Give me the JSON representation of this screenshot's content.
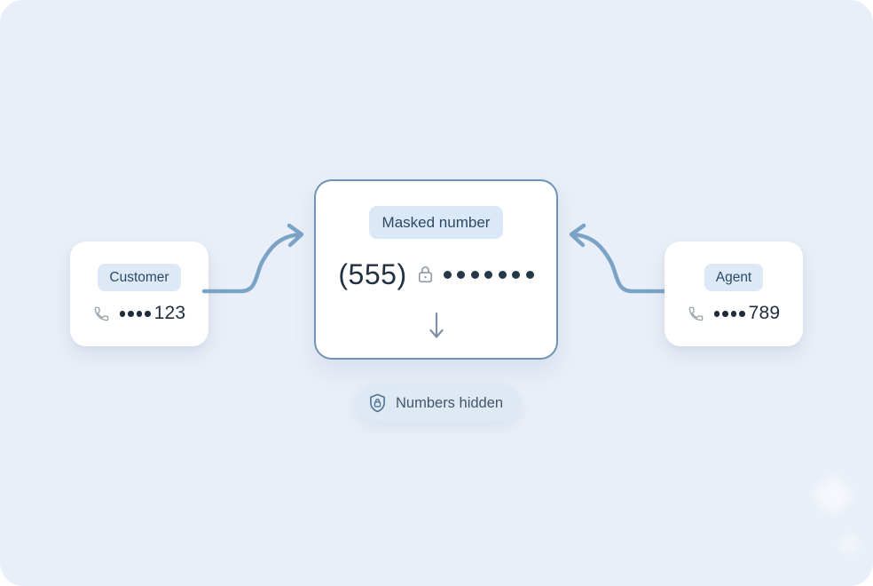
{
  "scene": {
    "background_color": "#e9eff8",
    "accent_color": "#7ba3c6",
    "badge_bg_color": "#dde9f7",
    "badge_text_color": "#2c4a63"
  },
  "customer_card": {
    "role_label": "Customer",
    "phone_icon": "phone-icon",
    "masked_dots": 4,
    "visible_digits": "123"
  },
  "agent_card": {
    "role_label": "Agent",
    "phone_icon": "phone-icon",
    "masked_dots": 4,
    "visible_digits": "789"
  },
  "center_card": {
    "badge_label": "Masked number",
    "area_code": "(555)",
    "lock_icon": "lock-icon",
    "masked_dots": 7,
    "down_arrow_icon": "arrow-down-icon"
  },
  "status_pill": {
    "shield_icon": "shield-lock-icon",
    "label": "Numbers hidden"
  },
  "arrows": {
    "left_arrow_icon": "arrow-curve-right-icon",
    "right_arrow_icon": "arrow-curve-left-icon"
  }
}
